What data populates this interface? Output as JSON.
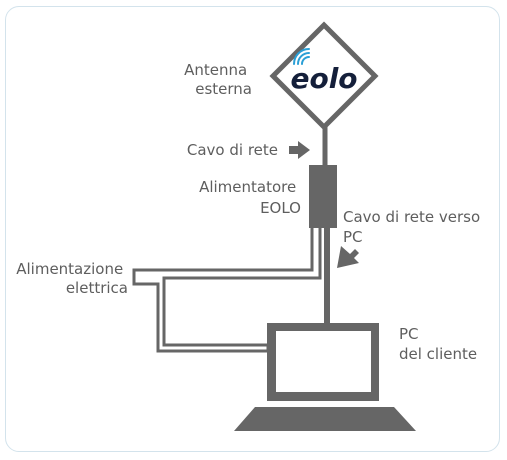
{
  "brand": {
    "logo_text": "eolo"
  },
  "labels": {
    "antenna_line1": "Antenna",
    "antenna_line2": "esterna",
    "cable_network": "Cavo di rete",
    "power_unit_line1": "Alimentatore",
    "power_unit_line2": "EOLO",
    "cable_to_pc_line1": "Cavo di rete verso",
    "cable_to_pc_line2": "PC",
    "power_supply_line1": "Alimentazione",
    "power_supply_line2": "elettrica",
    "pc_line1": "PC",
    "pc_line2": "del cliente"
  },
  "colors": {
    "line": "#666666",
    "text": "#5e5e5e",
    "logo_text": "#141f3a",
    "logo_signal": "#2a9fd6",
    "frame_border": "#d3e3ec"
  }
}
